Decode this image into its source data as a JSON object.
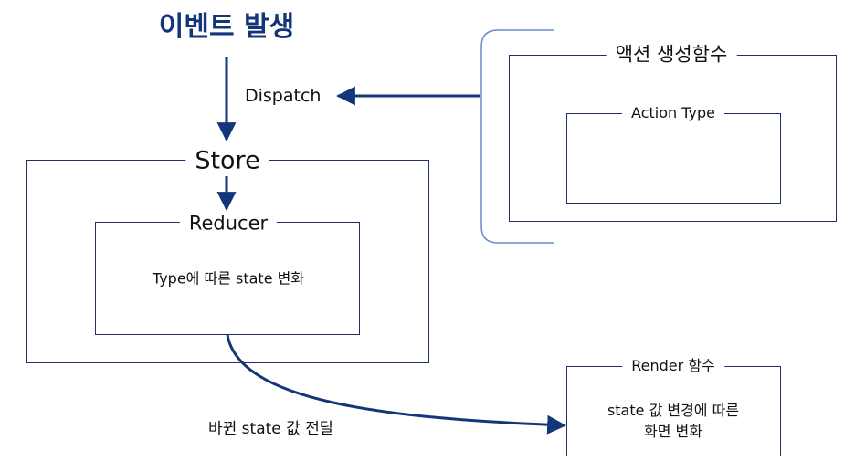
{
  "diagram": {
    "event_title": "이벤트 발생",
    "dispatch_label": "Dispatch",
    "store_label": "Store",
    "reducer_label": "Reducer",
    "reducer_body": "Type에 따른 state 변화",
    "action_creator_label": "액션 생성함수",
    "action_type_label": "Action Type",
    "render_label": "Render 함수",
    "render_body_line1": "state 값 변경에 따른",
    "render_body_line2": "화면 변화",
    "pass_state_label": "바뀐 state 값 전달"
  },
  "colors": {
    "title": "#13357a",
    "border": "#1f2f6b",
    "bracket": "#6a8cc7"
  }
}
